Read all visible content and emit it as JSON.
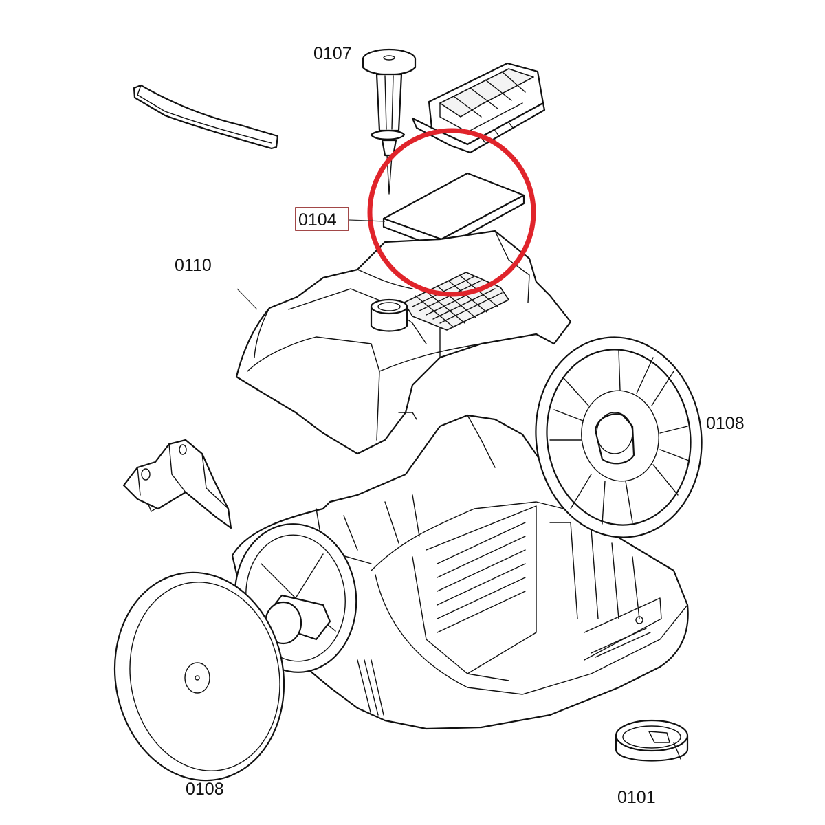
{
  "labels": {
    "part_0107": "0107",
    "part_0104": "0104",
    "part_0110": "0110",
    "part_0108_right": "0108",
    "part_0108_left": "0108",
    "part_0101": "0101"
  },
  "highlight": {
    "part": "0104",
    "circle_color": "#e0242b",
    "box_color": "#8b1a1a"
  }
}
